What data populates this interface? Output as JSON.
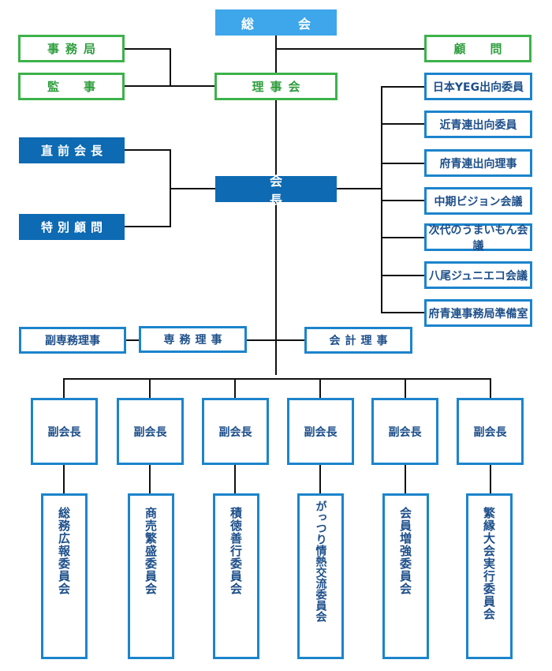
{
  "top": {
    "general_assembly": "総　会"
  },
  "green": {
    "secretariat": "事務局",
    "auditor": "監　事",
    "board": "理事会",
    "advisor": "顧　問"
  },
  "dark": {
    "former_president": "直前会長",
    "special_advisor": "特別顧問",
    "president": "会　長"
  },
  "right_side": [
    "日本YEG出向委員",
    "近青連出向委員",
    "府青連出向理事",
    "中期ビジョン会議",
    "次代のうまいもん会議",
    "八尾ジュニエコ会議",
    "府青連事務局準備室"
  ],
  "middle": {
    "deputy_managing_director": "副専務理事",
    "managing_director": "専務理事",
    "treasurer": "会計理事"
  },
  "vice_presidents": [
    "副会長",
    "副会長",
    "副会長",
    "副会長",
    "副会長",
    "副会長"
  ],
  "committees": [
    "総務広報委員会",
    "商売繁盛委員会",
    "積徳善行委員会",
    "がっつり情熱交流委員会",
    "会員増強委員会",
    "繁縁大会実行委員会"
  ],
  "colors": {
    "light_blue": "#3ea6ea",
    "dark_blue": "#0d6ab3",
    "green_border": "#3db24b",
    "blue_border": "#1c84cc",
    "line": "#111111"
  }
}
